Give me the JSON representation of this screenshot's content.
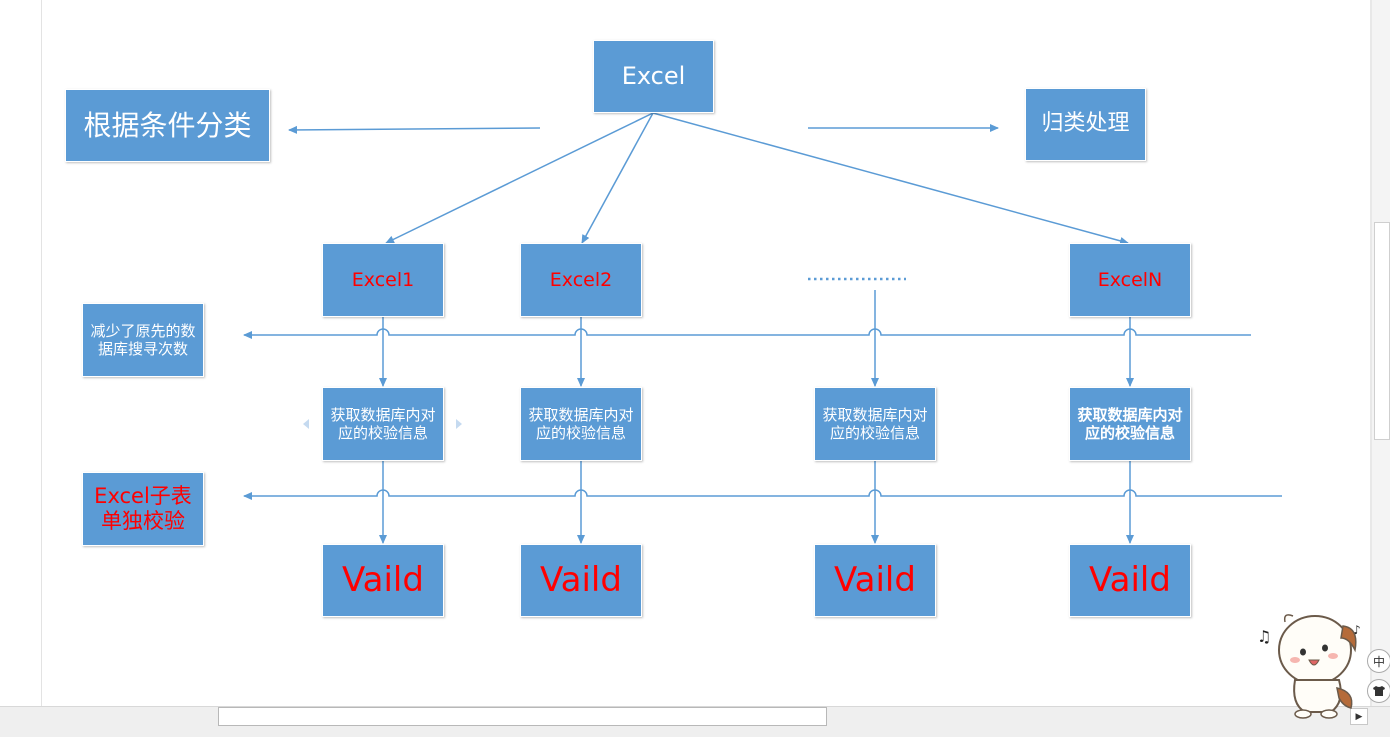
{
  "diagram": {
    "root": "Excel",
    "left_action": "根据条件分类",
    "right_action": "归类处理",
    "children": [
      "Excel1",
      "Excel2",
      "ExcelN"
    ],
    "ellipsis": "……",
    "step_fetch": "获取数据库内对应的校验信息",
    "step_valid": "Vaild",
    "note_reduce": "减少了原先的数据库搜寻次数",
    "note_sub_validate": "Excel子表单独校验"
  },
  "colors": {
    "box_fill": "#5b9bd5",
    "line": "#5b9bd5",
    "highlight_text": "#ff0000",
    "text": "#ffffff"
  },
  "ime": {
    "chinese_label": "中",
    "shirt_icon": "shirt-icon"
  },
  "icons": {
    "mascot": "cat-mascot-icon",
    "scroll_right": "scroll-right-arrow-icon"
  }
}
